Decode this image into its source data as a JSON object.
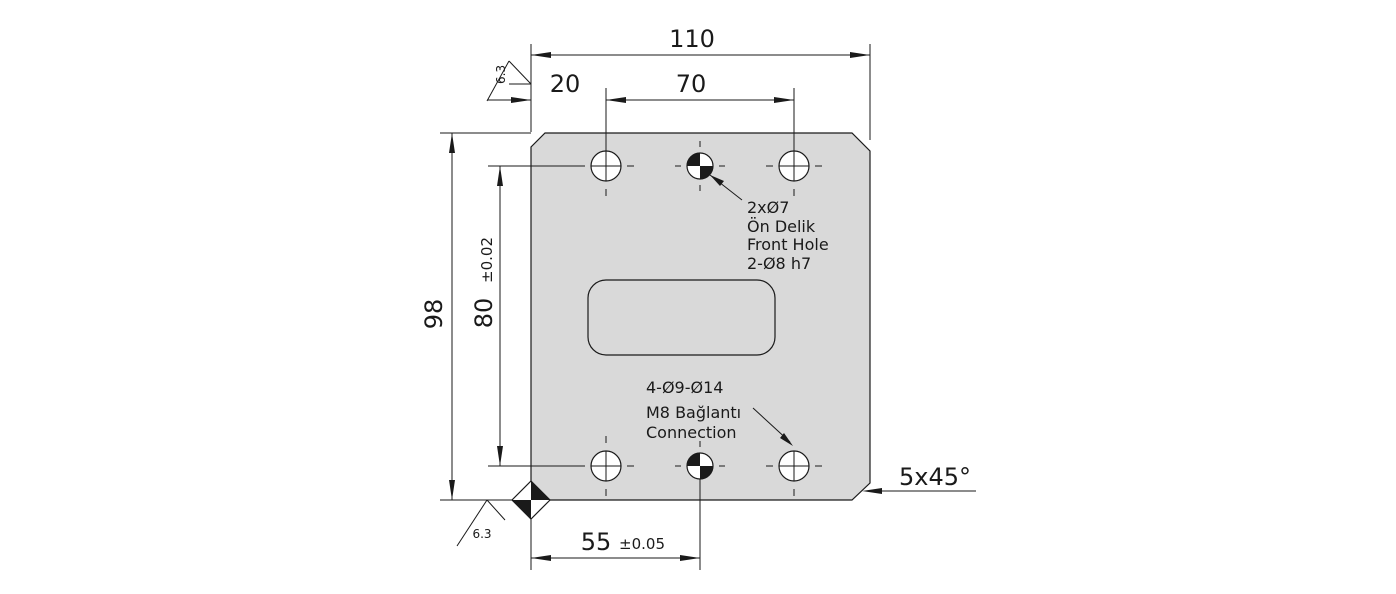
{
  "dimensions": {
    "overall_width": "110",
    "offset_left": "20",
    "hole_spacing": "70",
    "overall_height": "98",
    "hole_vertical_spacing": "80",
    "hole_vertical_tolerance": "±0.02",
    "center_offset": "55",
    "center_offset_tolerance": "±0.05",
    "chamfer": "5x45°"
  },
  "surface_finish": {
    "top": "6.3",
    "bottom": "6.3"
  },
  "callouts": {
    "dowel_holes": [
      "2xØ7",
      "Ön Delik",
      "Front Hole",
      "2-Ø8 h7"
    ],
    "mount_holes": [
      "4-Ø9-Ø14",
      "M8 Bağlantı",
      "Connection"
    ]
  }
}
